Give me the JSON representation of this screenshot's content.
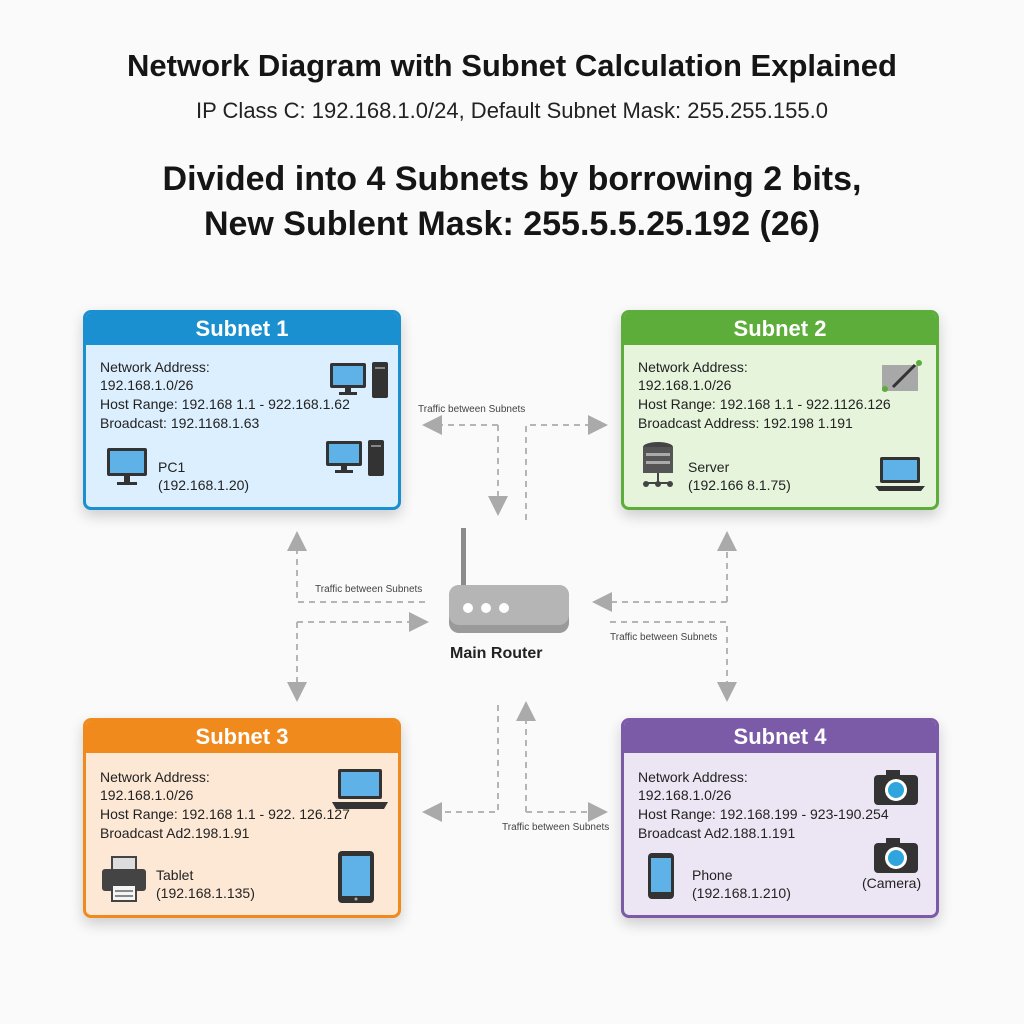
{
  "header": {
    "title": "Network Diagram with Subnet Calculation Explained",
    "subtitle": "IP Class C: 192.168.1.0/24, Default Subnet Mask: 255.255.155.0",
    "heading_line1": "Divided into 4 Subnets by borrowing 2 bits,",
    "heading_line2": "New Sublent Mask: 255.5.5.25.192 (26)"
  },
  "router": {
    "label": "Main Router",
    "icon": "router-icon"
  },
  "traffic_label": "Traffic between Subnets",
  "subnets": [
    {
      "name": "Subnet 1",
      "color": "#1a90d0",
      "network_label": "Network Address:",
      "network_address": "192.168.1.0/26",
      "host_range": "Host Range: 192.168 1.1 - 922.168.1.62",
      "broadcast": "Broadcast: 192.1168.1.63",
      "device": {
        "name": "PC1",
        "ip": "(192.168.1.20)",
        "icon": "monitor-icon"
      },
      "extra_icons": [
        "desktop-computer-icon",
        "desktop-computer-icon"
      ]
    },
    {
      "name": "Subnet 2",
      "color": "#5cad3a",
      "network_label": "Network Address:",
      "network_address": "192.168.1.0/26",
      "host_range": "Host Range: 192.168 1.1 - 922.1126.126",
      "broadcast": "Broadcast Address: 192.198 1.191",
      "device": {
        "name": "Server",
        "ip": "(192.166 8.1.75)",
        "icon": "server-icon"
      },
      "extra_icons": [
        "edit-document-icon",
        "laptop-icon"
      ]
    },
    {
      "name": "Subnet 3",
      "color": "#f08a1c",
      "network_label": "Network Address:",
      "network_address": "192.168.1.0/26",
      "host_range": "Host Range: 192.168 1.1 - 922. 126.127",
      "broadcast": "Broadcast Ad2.198.1.91",
      "device": {
        "name": "Tablet",
        "ip": "(192.168.1.135)",
        "icon": "printer-icon"
      },
      "extra_icons": [
        "laptop-icon",
        "tablet-icon"
      ]
    },
    {
      "name": "Subnet 4",
      "color": "#7b5aa8",
      "network_label": "Network Address:",
      "network_address": "192.168.1.0/26",
      "host_range": "Host Range: 192.168.199 - 923-190.254",
      "broadcast": "Broadcast Ad2.188.1.191",
      "device": {
        "name": "Phone",
        "ip": "(192.168.1.210)",
        "icon": "phone-icon"
      },
      "extra_label": "(Camera)",
      "extra_icons": [
        "camera-icon",
        "camera-icon"
      ]
    }
  ]
}
